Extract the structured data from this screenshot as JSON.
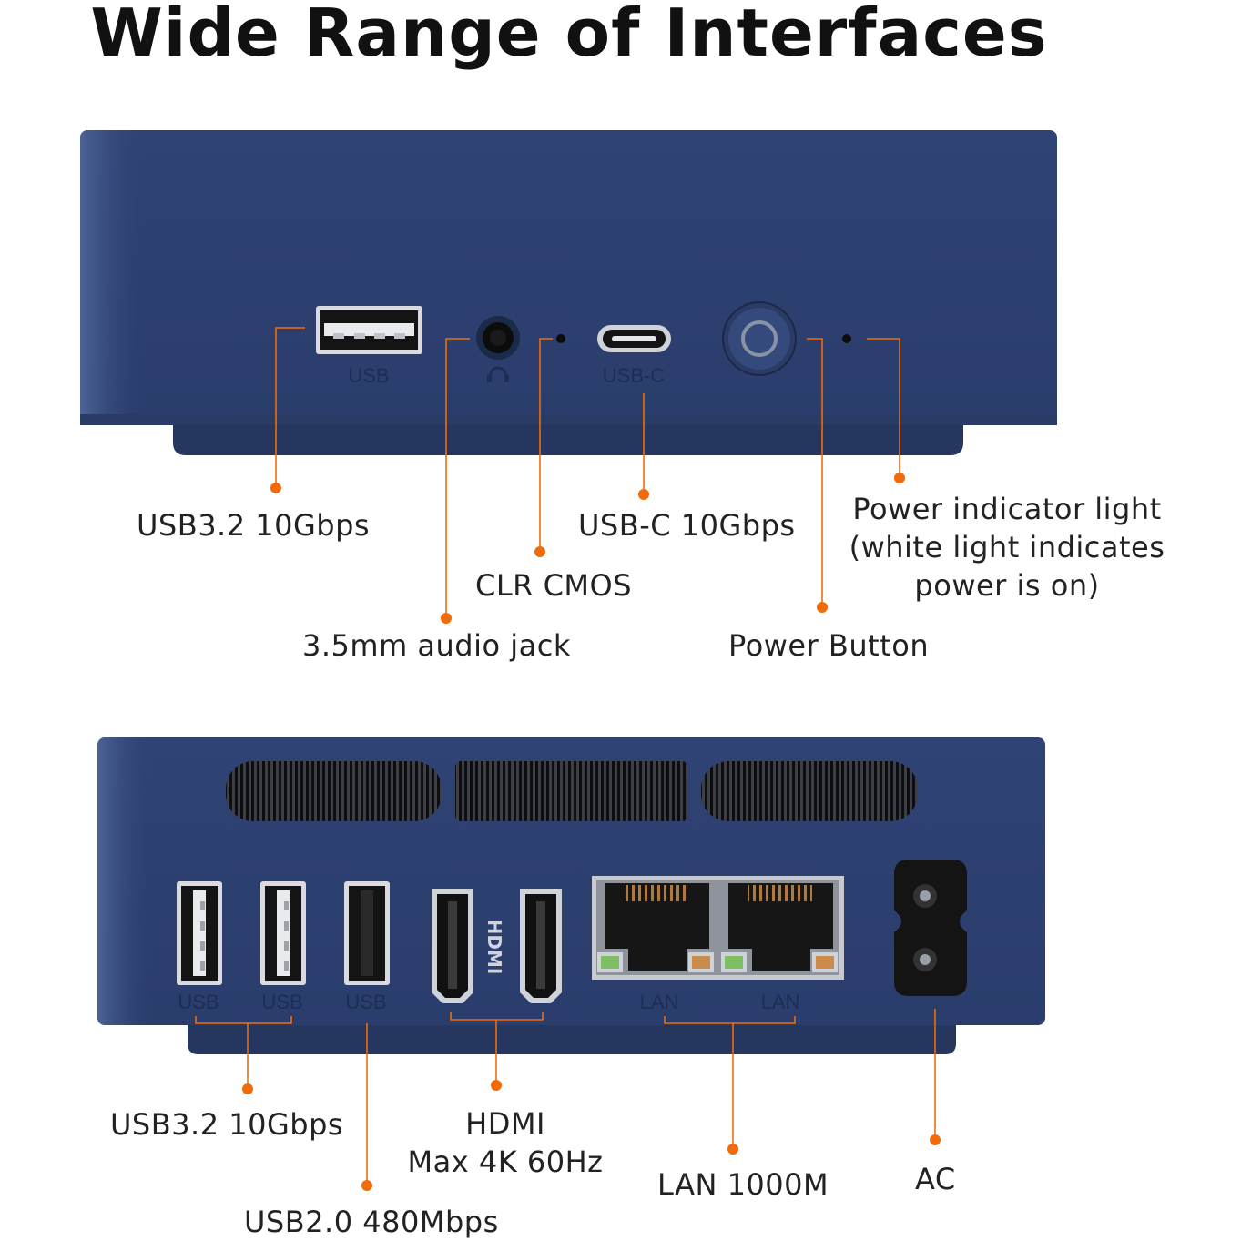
{
  "title": "Wide Range of Interfaces",
  "colors": {
    "body": "#2e4275",
    "accent": "#f26b0a",
    "port": "#1c1c1c"
  },
  "front_panel": {
    "port_labels": {
      "usb": "USB",
      "usb_c": "USB-C",
      "audio": "headphone-icon"
    },
    "callouts": {
      "usb": "USB3.2 10Gbps",
      "audio": "3.5mm audio jack",
      "clr_cmos": "CLR CMOS",
      "usb_c": "USB-C 10Gbps",
      "power_button": "Power Button",
      "power_light_1": "Power indicator light",
      "power_light_2": "(white light indicates",
      "power_light_3": "power is on)"
    }
  },
  "rear_panel": {
    "port_labels": {
      "usb1": "USB",
      "usb2": "USB",
      "usb3": "USB",
      "hdmi_logo": "HDMI",
      "lan1": "LAN",
      "lan2": "LAN"
    },
    "callouts": {
      "usb32": "USB3.2 10Gbps",
      "usb20": "USB2.0 480Mbps",
      "hdmi_1": "HDMI",
      "hdmi_2": "Max 4K 60Hz",
      "lan": "LAN 1000M",
      "ac": "AC"
    }
  }
}
